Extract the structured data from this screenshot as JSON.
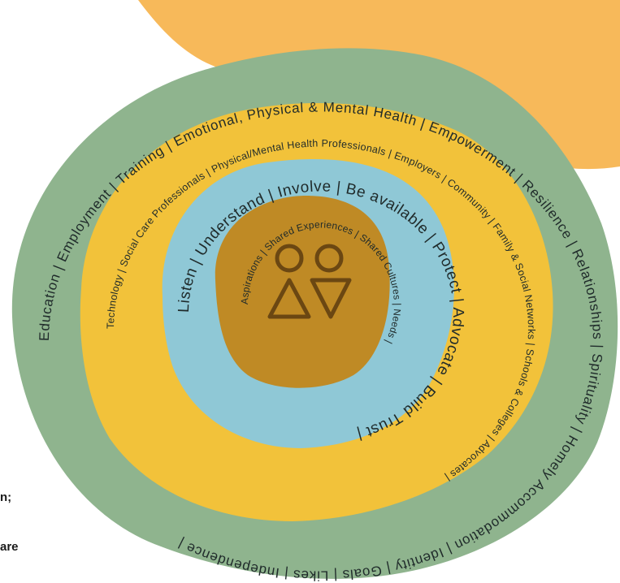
{
  "colors": {
    "background": "#ffffff",
    "corner_blob": "#F7B95A",
    "outer_ring": "#8FB48E",
    "second_ring": "#F2C23A",
    "third_ring": "#8FC8D6",
    "core": "#BF8A25",
    "icon_stroke": "#6B4712",
    "text": "#1f2a2a"
  },
  "rings": {
    "outer": "Education | Employment | Training | Emotional, Physical & Mental Health | Empowerment | Resilience | Relationships | Spirituality | Homely Accommodation | Identity | Goals | Likes | Independence |",
    "second": "Technology | Social Care Professionals | Physical/Mental Health Professionals | Employers | Community | Family & Social Networks | Schools & Colleges | Advocates |",
    "third": "Listen | Understand | Involve | Be available | Protect | Advocate | Build Trust |",
    "core": "Aspirations | Shared Experiences | Shared Cultures | Needs |"
  },
  "core_icon": "two-people-icon",
  "side_text": {
    "line1": "n;",
    "line2": "are"
  }
}
